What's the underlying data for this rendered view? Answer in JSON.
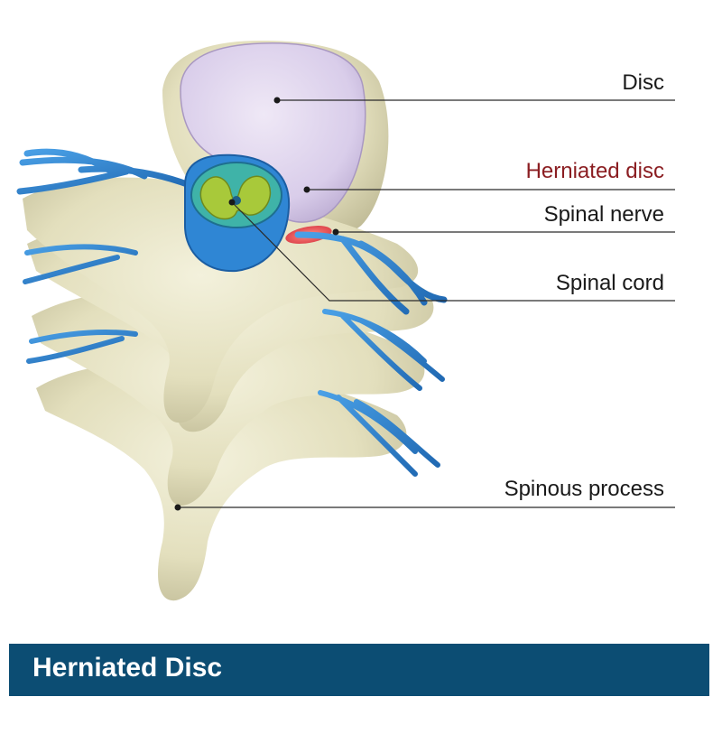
{
  "title": "Herniated Disc",
  "labels": {
    "disc": "Disc",
    "herniated_disc": "Herniated disc",
    "spinal_nerve": "Spinal nerve",
    "spinal_cord": "Spinal cord",
    "spinous_process": "Spinous process"
  },
  "colors": {
    "bone": "#e6e3c2",
    "disc": "#ddd2ec",
    "nerve": "#2a7fcf",
    "cord_gray_matter": "#a8c93a",
    "herniation": "#e0434b",
    "accent_label": "#8b1e22",
    "title_bar": "#0c4d73"
  }
}
